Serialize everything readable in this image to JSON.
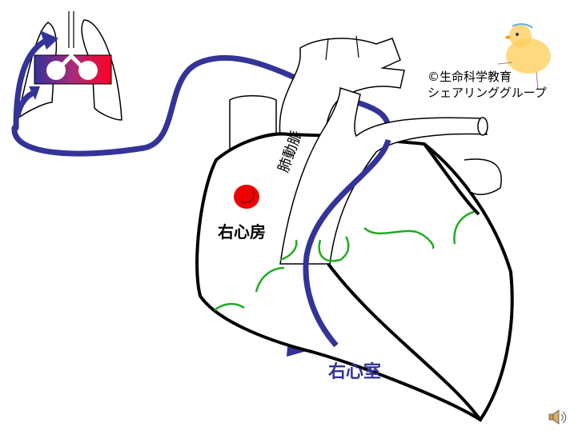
{
  "labels": {
    "pulmonary_artery": "肺動脈",
    "right_atrium": "右心房",
    "right_ventricle": "右心室"
  },
  "copyright": {
    "line1": "©生命科学教育",
    "line2": "シェアリンググループ"
  },
  "colors": {
    "blood_path": "#333399",
    "oxygenated": "#ff0022",
    "deoxygenated": "#333399",
    "vessels": "#22aa22",
    "red_cell": "#ee0000"
  },
  "icons": [
    "lungs-icon",
    "chick-mascot-icon",
    "speaker-icon"
  ]
}
